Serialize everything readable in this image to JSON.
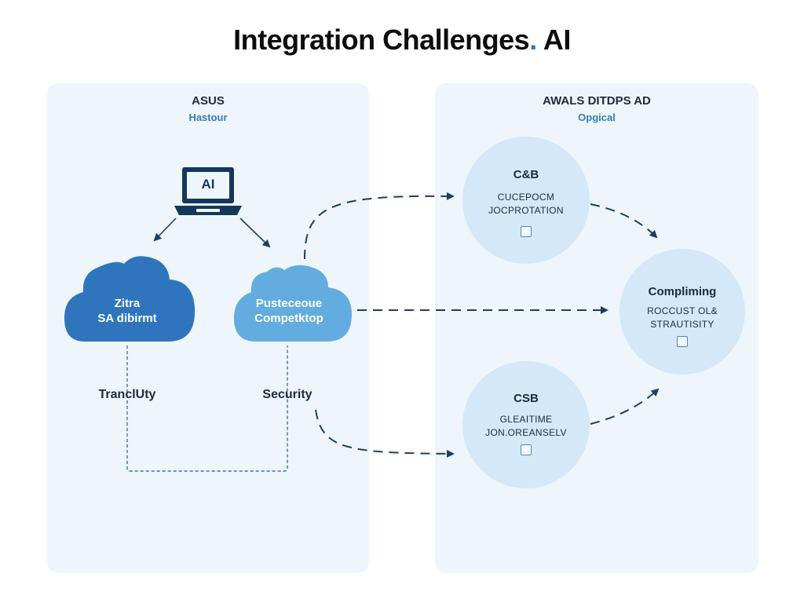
{
  "title": "Integration Challenges",
  "title_suffix": "AI",
  "left_panel": {
    "title": "ASUS",
    "subtitle": "Hastour",
    "laptop_label": "AI",
    "cloud_left": {
      "line1": "Zitra",
      "line2": "SA dibirmt"
    },
    "cloud_right": {
      "line1": "Pusteceoue",
      "line2": "Competktop"
    },
    "caption_left": "TranclUty",
    "caption_right": "Security"
  },
  "right_panel": {
    "title": "AWALS DITDPS AD",
    "subtitle": "Opgical",
    "circles": [
      {
        "title": "C&B",
        "line1": "CUCEPOCM",
        "line2": "JOCPROTATION",
        "icon": "clipboard-icon"
      },
      {
        "title": "Compliming",
        "line1": "ROCCUST OL&",
        "line2": "STRAUTISITY",
        "icon": "document-icon"
      },
      {
        "title": "CSB",
        "line1": "GLEAITIME",
        "line2": "JON.OREANSELV",
        "icon": "file-icon"
      }
    ]
  },
  "colors": {
    "panel_bg": "#eef5fb",
    "cloud_dark": "#2f75bd",
    "cloud_light": "#62ace0",
    "circle_fill": "#d4e8f7",
    "arrow": "#1c3f63",
    "accent": "#2f7ec0"
  }
}
